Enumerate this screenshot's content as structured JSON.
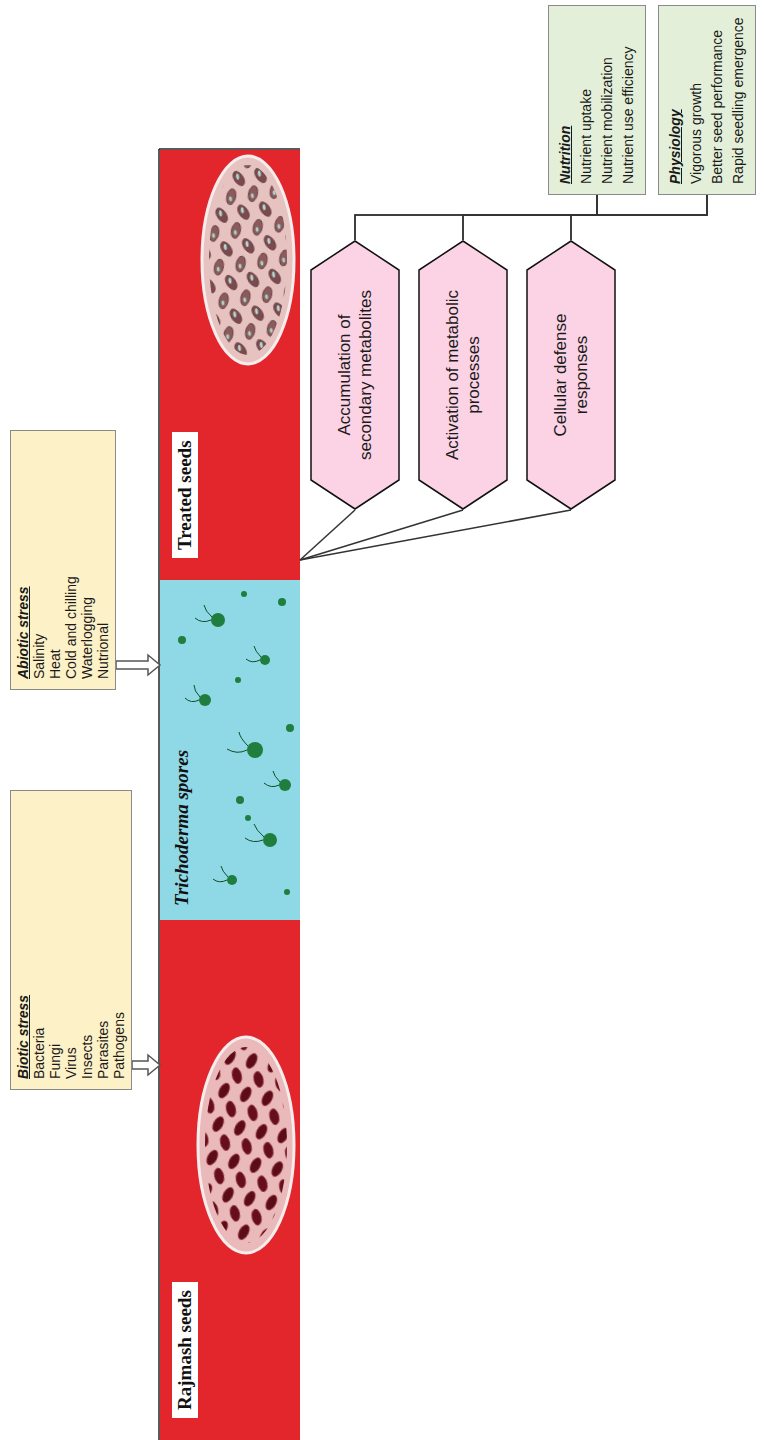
{
  "diagram": {
    "nodes": [
      {
        "text": [
          "Biotic stress",
          "Bacteria",
          "Fungi",
          "Virus",
          "Insects",
          "Parasites",
          "Pathogens"
        ]
      },
      {
        "text": [
          "Abiotic stress",
          "Salinity",
          "Heat",
          "Cold and chilling",
          "Waterlogging",
          "Nutrional"
        ]
      },
      {
        "text": [
          "Rajmash seeds"
        ]
      },
      {
        "text": [
          "Trichoderma spores"
        ]
      },
      {
        "text": [
          "Treated seeds"
        ]
      },
      {
        "text": [
          "Accumulation of secondary metabolites"
        ]
      },
      {
        "text": [
          "Activation of metabolic processes"
        ]
      },
      {
        "text": [
          "Cellular defense responses"
        ]
      },
      {
        "text": [
          "Nutrition",
          "Nutrient uptake",
          "Nutrient mobilization",
          "Nutrient use efficiency"
        ]
      },
      {
        "text": [
          "Physiology",
          "Vigorous growth",
          "Better seed performance",
          "Rapid seedling emergence"
        ]
      }
    ],
    "edges": [
      {
        "from": 0,
        "to": 2,
        "arrow": "to"
      },
      {
        "from": 1,
        "to": 3,
        "arrow": "to"
      },
      {
        "from": 4,
        "to": 5,
        "arrow": "none"
      },
      {
        "from": 4,
        "to": 6,
        "arrow": "none"
      },
      {
        "from": 4,
        "to": 7,
        "arrow": "none"
      },
      {
        "from": 5,
        "to": 8,
        "arrow": "none"
      },
      {
        "from": 5,
        "to": 9,
        "arrow": "none"
      },
      {
        "from": 6,
        "to": 8,
        "arrow": "none"
      },
      {
        "from": 6,
        "to": 9,
        "arrow": "none"
      },
      {
        "from": 7,
        "to": 8,
        "arrow": "none"
      },
      {
        "from": 7,
        "to": 9,
        "arrow": "none"
      }
    ]
  }
}
